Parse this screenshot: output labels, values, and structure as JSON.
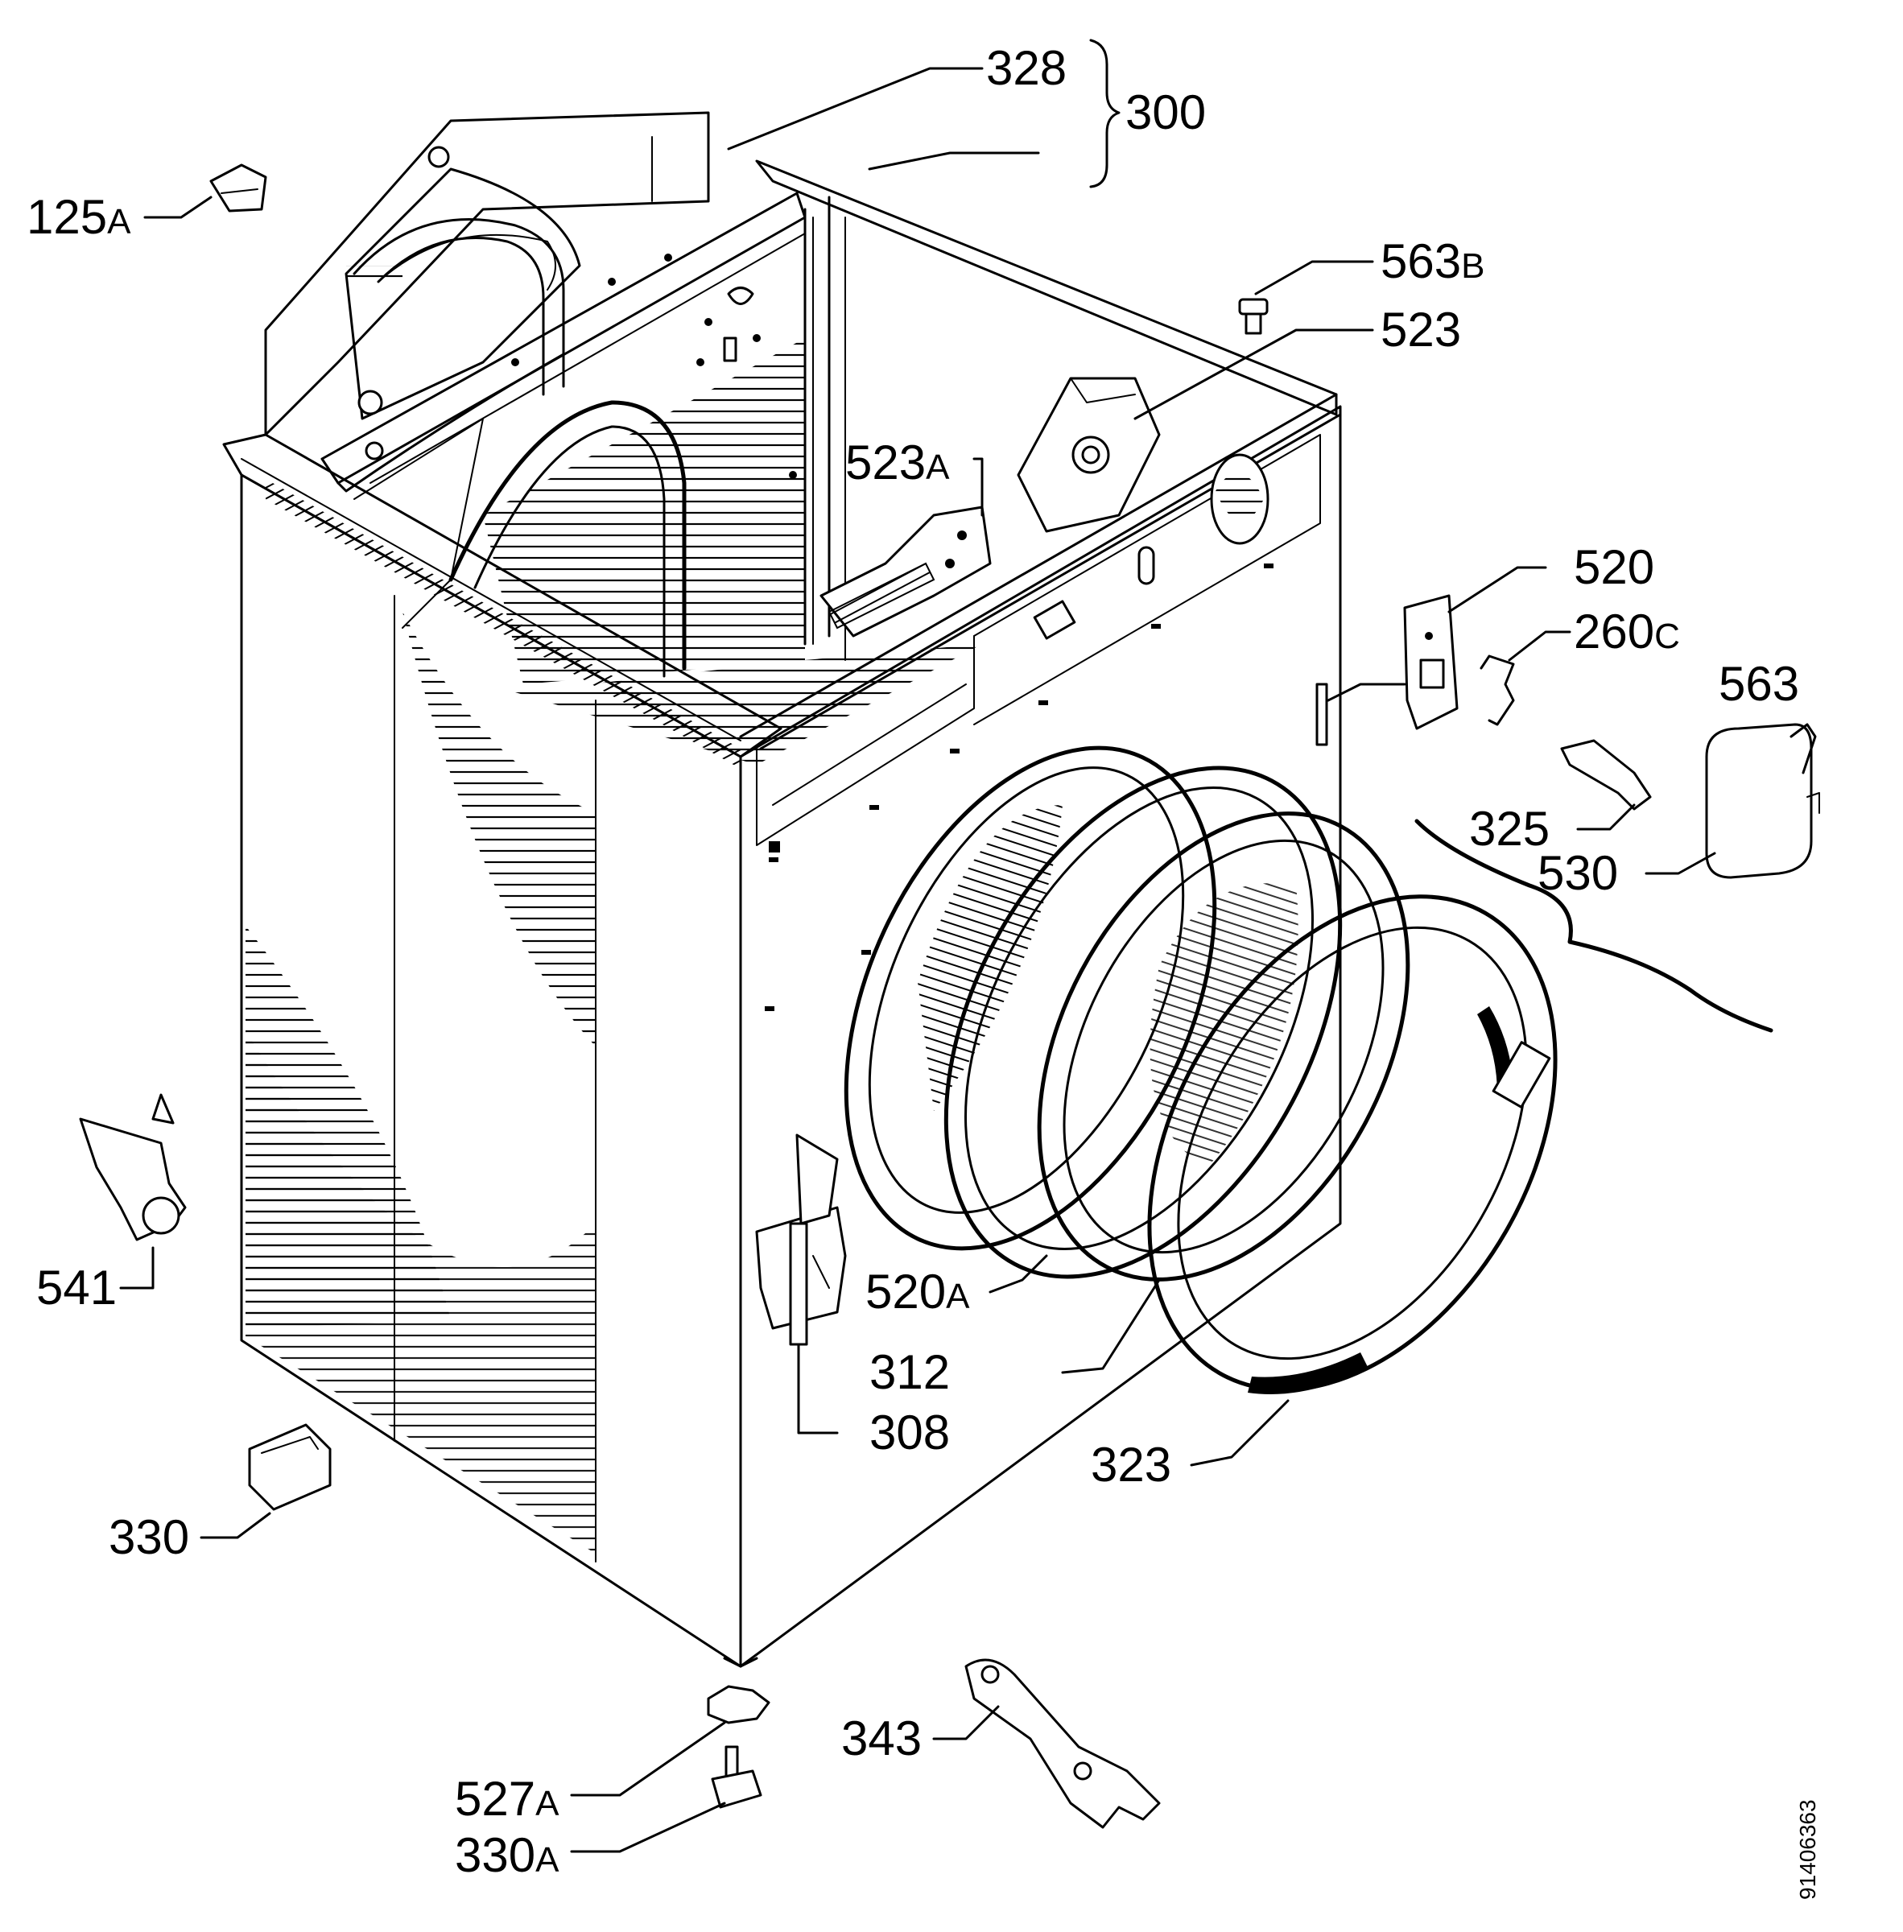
{
  "diagram": {
    "callouts": {
      "c328": "328",
      "c300": "300",
      "c125a_num": "125",
      "c125a_suf": "A",
      "c563b_num": "563",
      "c563b_suf": "B",
      "c523": "523",
      "c523a_num": "523",
      "c523a_suf": "A",
      "c520": "520",
      "c260c_num": "260",
      "c260c_suf": "C",
      "c563": "563",
      "c325": "325",
      "c530": "530",
      "c541": "541",
      "c520a_num": "520",
      "c520a_suf": "A",
      "c312": "312",
      "c308": "308",
      "c323": "323",
      "c330": "330",
      "c343": "343",
      "c527a_num": "527",
      "c527a_suf": "A",
      "c330a_num": "330",
      "c330a_suf": "A"
    },
    "document_number": "91406363"
  }
}
